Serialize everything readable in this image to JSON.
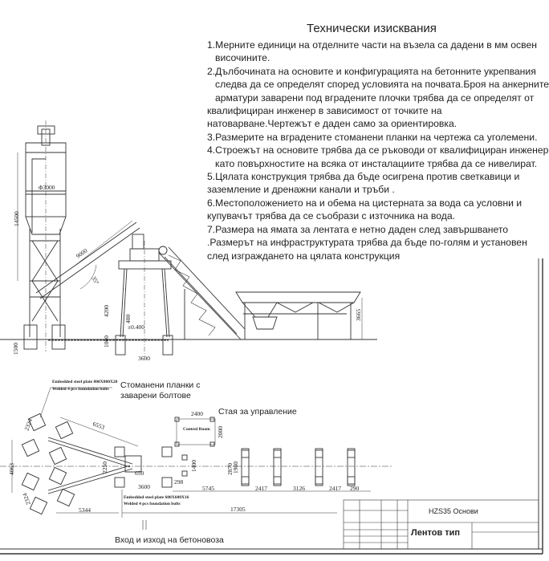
{
  "requirements": {
    "title": "Технически изисквания",
    "lines": [
      "1.Мерните единици на отделните части на възела са дадени  в мм освен",
      "височините.",
      "2.Дълбочината на основите и конфигурацията на бетонните укрепвания",
      "следва да се определят според условията на почвата.Броя на анкерните",
      "арматури заварени под вградените плочки трябва да се определят от",
      "квалифициран инженер в зависимост от точките на",
      "натоварване.Чертежът е даден  само за ориентировка.",
      "3.Размерите на вградените стоманени планки на чертежа са уголемени.",
      "4.Строежът на основите трябва да се ръководи от квалифициран инженер",
      "като повърхностите на всяка от инсталациите трябва да се нивелират.",
      "5.Цялата конструкция трябва да бъде осигрена против светкавици и",
      "заземление и  дренажни канали и тръби .",
      "6.Местоположението на и обема на цистерната за вода са условни и",
      "купувачът трябва да се съобрази с източника на вода.",
      "7.Размера на ямата за лентата е нетно даден след завършването",
      ".Размерът на инфраструктурата трябва да бъде по-голям  и установен",
      "след изграждането на цялата конструкция"
    ]
  },
  "elevation": {
    "dims": {
      "silo_height": "14500",
      "silo_diameter": "Φ3000",
      "screw_length": "9000",
      "screw_angle": "35°",
      "mixer_height": "4200",
      "offset": "400",
      "level": "±0.400",
      "foundation_depth": "1000",
      "silo_foundation": "1500",
      "mixer_span": "3600",
      "bin_height": "3665"
    }
  },
  "plan": {
    "plate_large_1": "Embedded steel plate 800X800X20",
    "plate_large_2": "Welded 4 pcs foundation bolts",
    "plate_note_1": "Стоманени планки с",
    "plate_note_2": "заварени болтове",
    "control_room_label": "Стая за управление",
    "control_room_en": "Control Room",
    "plate_small_1": "Embedded steel plate 600X600X16",
    "plate_small_2": "Welded 4 pcs foundation bolts",
    "entry_label": "Вход и изход на бетоновоза",
    "dims": {
      "d2400": "2400",
      "d2000": "2000",
      "d6553": "6553",
      "d4063": "4063",
      "d2250": "2250",
      "d3600": "3600",
      "d650": "650",
      "d1400": "1400",
      "d298": "298",
      "d5745": "5745",
      "d2417a": "2417",
      "d3126": "3126",
      "d2417b": "2417",
      "d290": "290",
      "d2870": "2870",
      "d1980": "1980",
      "d5344": "5344",
      "d17305": "17305",
      "d2324a": "2324",
      "d2324b": "2324"
    }
  },
  "title_block": {
    "drawing_name": "HZS35   Основи",
    "type": "Лентов тип"
  }
}
